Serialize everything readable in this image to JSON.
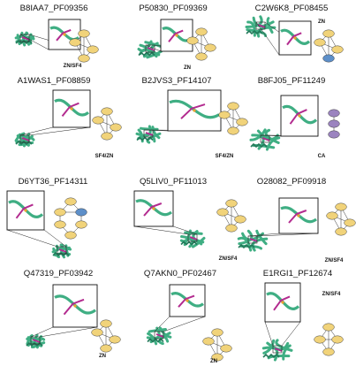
{
  "colors": {
    "protein": "#3fae83",
    "protein_dark": "#23795a",
    "binding": "#b32b8f",
    "node_yellow": "#f1d37a",
    "node_blue": "#5d8fc9",
    "node_purple": "#9b84bf"
  },
  "panels": [
    {
      "title": "B8IAA7_PF09356",
      "ligand": "ZN/SF4",
      "graph": "ring4",
      "nodes": [
        "",
        "",
        "",
        ""
      ],
      "colors": [
        "yellow",
        "yellow",
        "yellow",
        "yellow"
      ]
    },
    {
      "title": "P50830_PF09369",
      "ligand": "ZN",
      "graph": "ring4",
      "nodes": [
        "",
        "",
        "",
        ""
      ],
      "colors": [
        "yellow",
        "yellow",
        "yellow",
        "yellow"
      ]
    },
    {
      "title": "C2W6K8_PF08455",
      "ligand": "ZN",
      "graph": "ring4",
      "nodes": [
        "",
        "",
        "",
        ""
      ],
      "colors": [
        "yellow",
        "yellow",
        "yellow",
        "blue"
      ]
    },
    {
      "title": "A1WAS1_PF08859",
      "ligand": "SF4/ZN",
      "graph": "ring4",
      "nodes": [
        "",
        "",
        "",
        ""
      ],
      "colors": [
        "yellow",
        "yellow",
        "yellow",
        "yellow"
      ]
    },
    {
      "title": "B2JVS3_PF14107",
      "ligand": "SF4/ZN",
      "graph": "ring4",
      "nodes": [
        "",
        "",
        "",
        ""
      ],
      "colors": [
        "yellow",
        "yellow",
        "yellow",
        "yellow"
      ]
    },
    {
      "title": "B8FJ05_PF11249",
      "ligand": "CA",
      "graph": "chain3",
      "nodes": [
        "",
        "",
        ""
      ],
      "colors": [
        "purple",
        "purple",
        "purple"
      ]
    },
    {
      "title": "D6YT36_PF14311",
      "ligand": "",
      "graph": "hex",
      "nodes": [
        "",
        "",
        "",
        "",
        "",
        ""
      ],
      "colors": [
        "yellow",
        "yellow",
        "blue",
        "yellow",
        "yellow",
        "yellow"
      ]
    },
    {
      "title": "Q5LIV0_PF11013",
      "ligand": "ZN/SF4",
      "graph": "ring4",
      "nodes": [
        "",
        "",
        "",
        ""
      ],
      "colors": [
        "yellow",
        "yellow",
        "yellow",
        "yellow"
      ]
    },
    {
      "title": "O28082_PF09918",
      "ligand": "ZN/SF4",
      "graph": "ring4",
      "nodes": [
        "",
        "",
        "",
        ""
      ],
      "colors": [
        "yellow",
        "yellow",
        "yellow",
        "yellow"
      ]
    },
    {
      "title": "Q47319_PF03942",
      "ligand": "ZN",
      "graph": "ring4",
      "nodes": [
        "",
        "",
        "",
        ""
      ],
      "colors": [
        "yellow",
        "yellow",
        "yellow",
        "yellow"
      ]
    },
    {
      "title": "Q7AKN0_PF02467",
      "ligand": "ZN",
      "graph": "ring4",
      "nodes": [
        "",
        "",
        "",
        ""
      ],
      "colors": [
        "yellow",
        "yellow",
        "yellow",
        "yellow"
      ]
    },
    {
      "title": "E1RGI1_PF12674",
      "ligand": "ZN/SF4",
      "graph": "diamond",
      "nodes": [
        "",
        "",
        "",
        ""
      ],
      "colors": [
        "yellow",
        "yellow",
        "yellow",
        "yellow"
      ]
    }
  ]
}
